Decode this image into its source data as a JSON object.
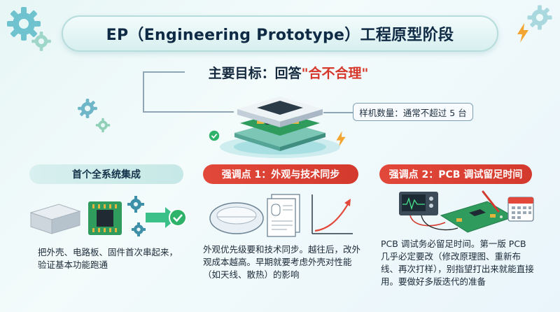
{
  "title": "EP（Engineering Prototype）工程原型阶段",
  "goal": {
    "prefix": "主要目标：回答",
    "quoted": "\"合不合理\""
  },
  "sample_callout": "样机数量：通常不超过 5 台",
  "sections": [
    {
      "header": "首个全系统集成",
      "body": "把外壳、电路板、固件首次串起来，验证基本功能跑通"
    },
    {
      "header": "强调点 1：外观与技术同步",
      "body": "外观优先级要和技术同步。越往后，改外观成本越高。早期就要考虑外壳对性能（如天线、散热）的影响"
    },
    {
      "header": "强调点 2：PCB 调试留足时间",
      "body": "PCB 调试务必留足时间。第一版 PCB 几乎必定要改（修改原理图、重新布线、再次打样），别指望打出来就能直接用。要做好多版迭代的准备"
    }
  ],
  "colors": {
    "accent_red": "#d6372a",
    "teal": "#2aa79b",
    "navy": "#0f2a44",
    "check_green": "#2fb36a"
  },
  "icons": [
    "gear-icon",
    "lightning-icon",
    "check-icon",
    "arrow-right-icon",
    "calendar-icon",
    "oscilloscope-icon",
    "pcb-icon",
    "mouse-icon",
    "document-icon",
    "growth-chart-icon",
    "enclosure-icon"
  ]
}
